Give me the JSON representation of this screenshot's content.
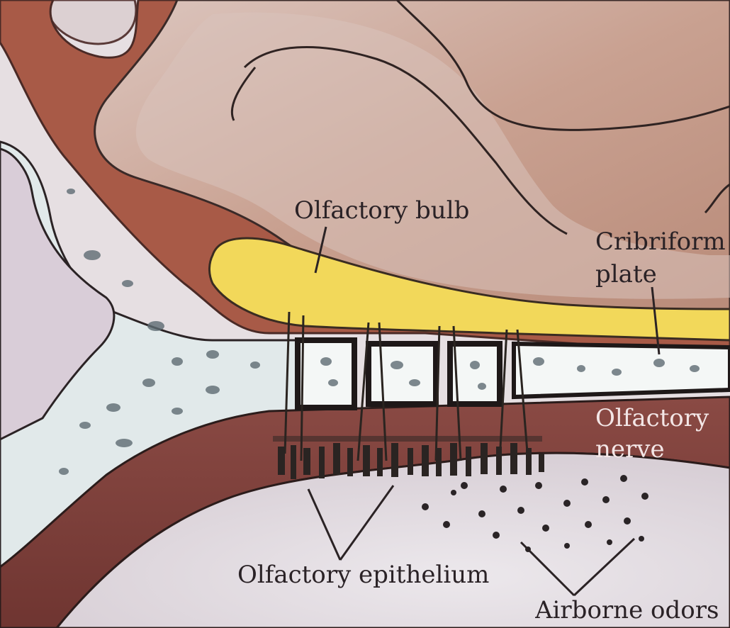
{
  "labels": {
    "olfactory_bulb": "Olfactory bulb",
    "cribriform_plate": "Cribriform plate",
    "olfactory_nerve": "Olfactory nerve",
    "olfactory_epithelium": "Olfactory epithelium",
    "airborne_odors": "Airborne odors"
  },
  "colors": {
    "background": "#e9e4e4",
    "brain_tissue": "#c9a597",
    "dura": "#9b4a3a",
    "bulb": "#f3d75a",
    "bone": "#e6eded",
    "mucosa": "#7e3a35",
    "lines": "#231c1f"
  }
}
